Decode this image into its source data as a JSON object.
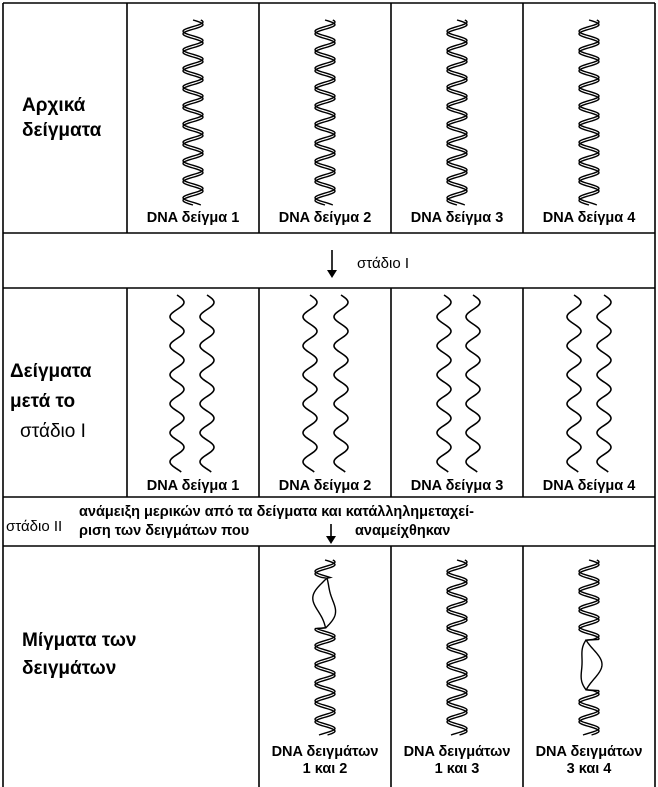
{
  "rows": {
    "initial": {
      "label_line1": "Αρχικά",
      "label_line2": "δείγματα"
    },
    "after": {
      "label_line1": "Δείγματα",
      "label_line2": "μετά το",
      "label_line3": "στάδιο Ι"
    },
    "mixed": {
      "label_line1": "Μίγματα των",
      "label_line2": "δειγμάτων"
    }
  },
  "initial_captions": [
    "DNA δείγμα 1",
    "DNA δείγμα 2",
    "DNA δείγμα 3",
    "DNA δείγμα 4"
  ],
  "after_captions": [
    "DNA δείγμα 1",
    "DNA δείγμα 2",
    "DNA δείγμα 3",
    "DNA δείγμα 4"
  ],
  "stage1": {
    "label": "στάδιο Ι"
  },
  "stage2": {
    "label": "στάδιο ΙΙ",
    "line1": "ανάμειξη μερικών από τα δείγματα και κατάλληλημεταχεί-",
    "line2_left": "ριση των δειγμάτων που",
    "line2_right": "αναμείχθηκαν"
  },
  "mixture_captions": [
    {
      "line1": "DNA δειγμάτων",
      "line2": "1 και 2"
    },
    {
      "line1": "DNA δειγμάτων",
      "line2": "1 και 3"
    },
    {
      "line1": "DNA δειγμάτων",
      "line2": "3 και 4"
    }
  ],
  "colors": {
    "line": "#000000",
    "background": "#ffffff"
  }
}
